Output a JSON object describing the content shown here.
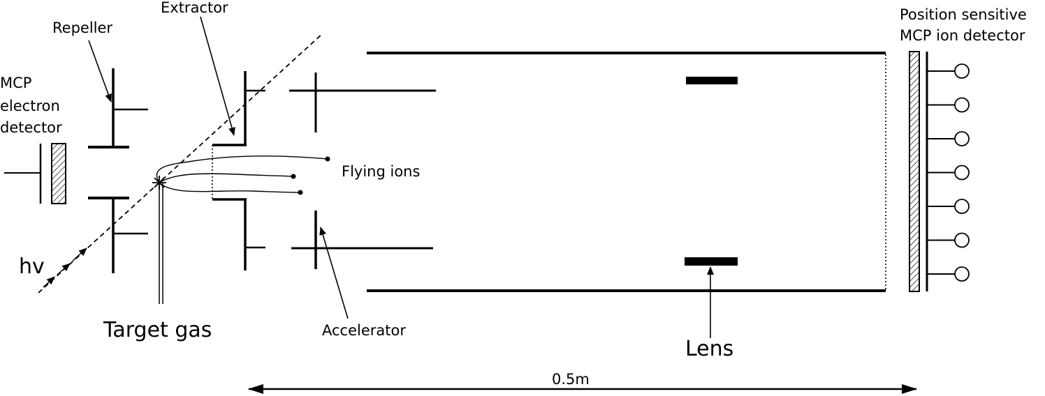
{
  "labels": {
    "extractor": "Extractor",
    "repeller": "Repeller",
    "mcp_electron_line1": "MCP",
    "mcp_electron_line2": "electron",
    "mcp_electron_line3": "detector",
    "flying_ions": "Flying ions",
    "hv": "hv",
    "target_gas": "Target gas",
    "accelerator": "Accelerator",
    "lens": "Lens",
    "length": "0.5m",
    "position_line1": "Position sensitive",
    "position_line2": "MCP ion detector"
  },
  "colors": {
    "ink": "#000000",
    "background": "#ffffff"
  },
  "anode_pads": 7
}
